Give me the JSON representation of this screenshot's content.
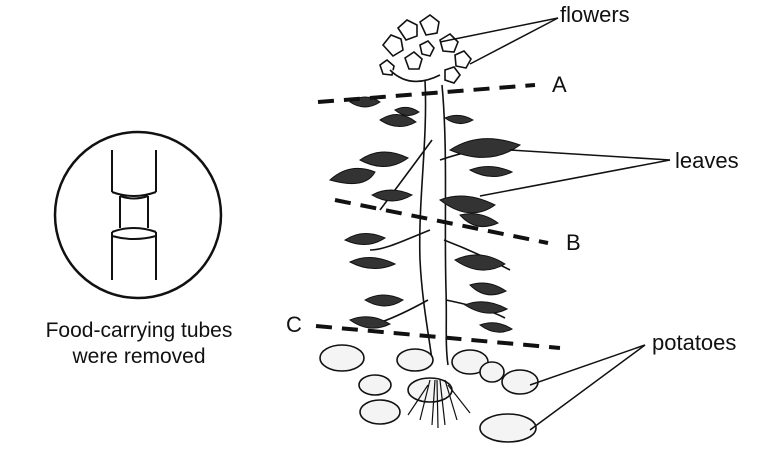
{
  "diagram": {
    "labels": {
      "flowers": "flowers",
      "leaves": "leaves",
      "potatoes": "potatoes",
      "cut_a": "A",
      "cut_b": "B",
      "cut_c": "C"
    },
    "inset_caption": {
      "line1": "Food-carrying tubes",
      "line2": "were removed"
    }
  }
}
